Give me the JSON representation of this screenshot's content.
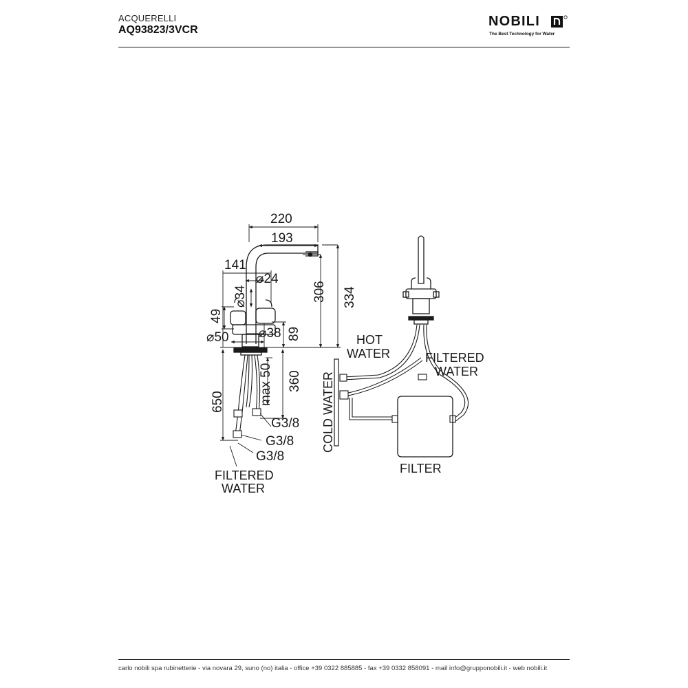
{
  "header": {
    "series": "ACQUERELLI",
    "model": "AQ93823/3VCR",
    "brand": "NOBILI",
    "tagline": "The Best Technology for Water",
    "logo_mark": "brand-square-mark-icon"
  },
  "diagram": {
    "dimensions": {
      "d220": "220",
      "d193": "193",
      "d141": "141",
      "d24": "⌀24",
      "d34": "⌀34",
      "d306": "306",
      "d334": "334",
      "d49": "49",
      "d50": "⌀50",
      "d38": "⌀38",
      "d89": "89",
      "d650": "650",
      "dmax50": "max 50",
      "d360": "360",
      "g1": "G3/8",
      "g2": "G3/8",
      "g3": "G3/8"
    },
    "labels": {
      "filtered_left_1": "FILTERED",
      "filtered_left_2": "WATER",
      "hot_1": "HOT",
      "hot_2": "WATER",
      "filtered_right_1": "FILTERED",
      "filtered_right_2": "WATER",
      "cold": "COLD WATER",
      "filter": "FILTER"
    }
  },
  "footer": {
    "text": "carlo nobili spa rubinetterie - via novara 29, suno (no) italia - office +39 0322 885885 - fax +39 0332 858091 - mail info@grupponobili.it - web nobili.it"
  }
}
